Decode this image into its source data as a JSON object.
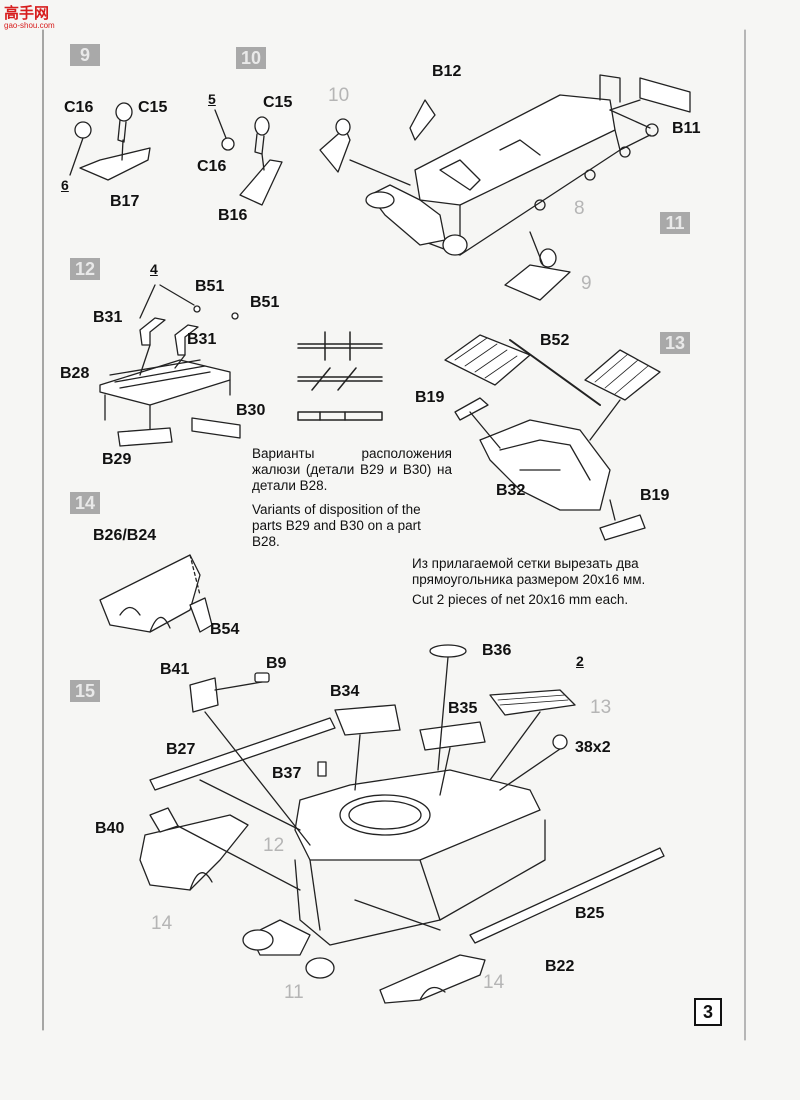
{
  "watermark": {
    "text": "高手网",
    "site": "gao-shou.com"
  },
  "page_number": "3",
  "steps": {
    "s9": "9",
    "s10": "10",
    "s11": "11",
    "s12": "12",
    "s13": "13",
    "s14": "14",
    "s15": "15"
  },
  "parts": {
    "b12": "B12",
    "b11": "B11",
    "c16a": "C16",
    "c15a": "C15",
    "b17": "B17",
    "c15b": "C15",
    "c16b": "C16",
    "b16": "B16",
    "b51a": "B51",
    "b51b": "B51",
    "b31a": "B31",
    "b31b": "B31",
    "b28": "B28",
    "b30": "B30",
    "b29": "B29",
    "b52": "B52",
    "b19a": "B19",
    "b32": "B32",
    "b19b": "B19",
    "b26b24": "B26/B24",
    "b54": "B54",
    "b41": "B41",
    "b9": "B9",
    "b36": "B36",
    "b34": "B34",
    "b35": "B35",
    "b27": "B27",
    "b37": "B37",
    "x38": "38x2",
    "b40": "B40",
    "b25": "B25",
    "b22": "B22"
  },
  "refs": {
    "q6": "6",
    "q5": "5",
    "q10": "10",
    "q8": "8",
    "q9": "9",
    "q4": "4",
    "q2": "2",
    "r13": "13",
    "r12": "12",
    "r14a": "14",
    "r14b": "14",
    "r11": "11"
  },
  "notes": {
    "louver_ru": "Варианты расположения жалюзи (детали B29 и B30) на детали B28.",
    "louver_en": "Variants of disposition of the parts B29 and B30 on a part B28.",
    "net_ru": "Из прилагаемой сетки вырезать два прямоугольника размером 20x16 мм.",
    "net_en": "Cut 2 pieces of net 20x16 mm each."
  }
}
